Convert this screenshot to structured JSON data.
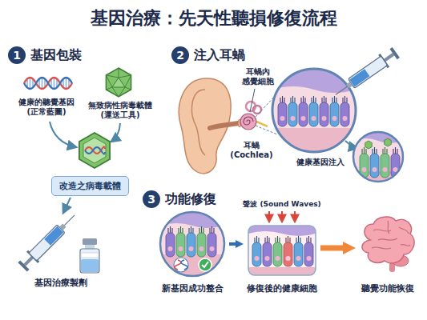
{
  "diagram": {
    "title": "基因治療：先天性聽損修復流程",
    "nodes": [
      {
        "text": [
          "1",
          "基因包裝"
        ]
      },
      {
        "text": [
          "改造之病毒載體"
        ]
      },
      {
        "text": [
          "2",
          "注入耳蝸"
        ]
      },
      {
        "text": [
          "3",
          "功能修復"
        ]
      },
      {
        "text": [
          "新基因成功整合"
        ]
      },
      {
        "text": [
          "修復後的健康細胞"
        ]
      },
      {
        "text": [
          "聽覺功能恢復"
        ]
      }
    ],
    "edges": [
      {
        "from": 4,
        "to": 5,
        "arrow": "to"
      },
      {
        "from": 5,
        "to": 6,
        "arrow": "to"
      }
    ],
    "labels": [
      "健康的聽覺基因 (正常藍圖)",
      "無致病性病毒載體 (運送工具)",
      "基因治療製劑",
      "耳蝸內 感覺細胞",
      "耳蝸 (Cochlea)",
      "健康基因注入",
      "聲波 (Sound Waves)"
    ]
  }
}
